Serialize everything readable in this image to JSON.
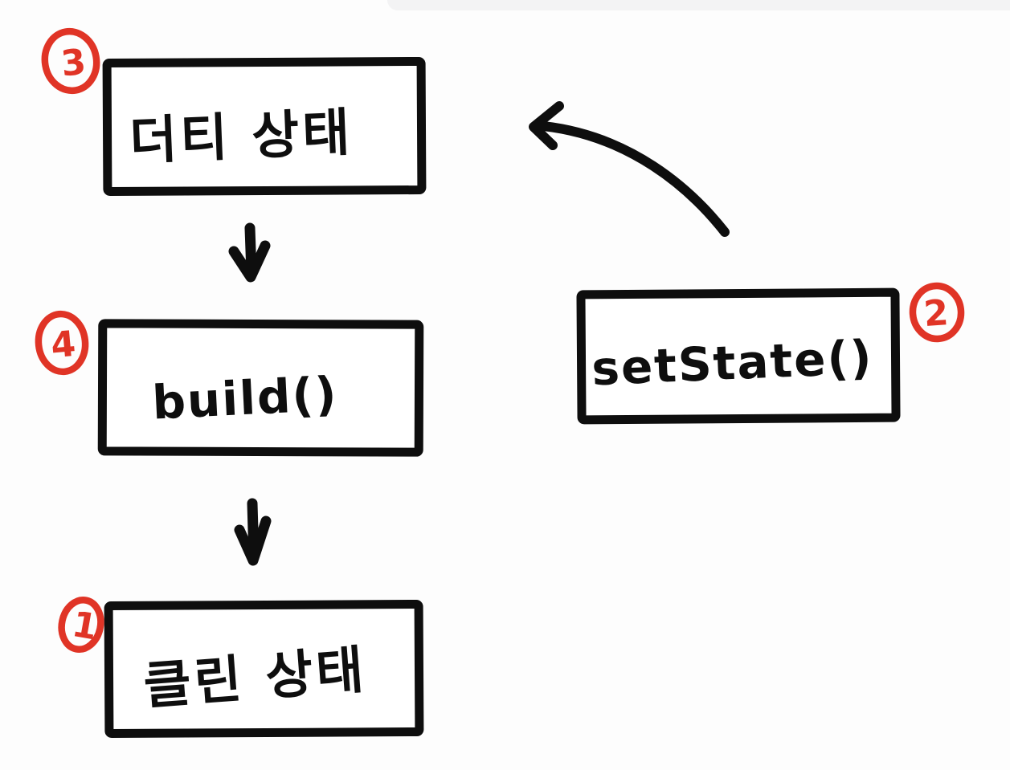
{
  "canvas": {
    "background": "#fdfdfd",
    "ink": "#0e0e0e",
    "accent_red": "#e03426",
    "top_shade": "#f3f3f4"
  },
  "diagram": {
    "description": "hand-drawn state flow sketch",
    "nodes": [
      {
        "id": "dirty-state",
        "label": "더티 상태",
        "badge": "3"
      },
      {
        "id": "build",
        "label": "build()",
        "badge": "4"
      },
      {
        "id": "clean-state",
        "label": "클린 상태",
        "badge": "1"
      },
      {
        "id": "set-state",
        "label": "setState()",
        "badge": "2"
      }
    ],
    "edges": [
      {
        "from": "dirty-state",
        "to": "build",
        "type": "arrow-down"
      },
      {
        "from": "build",
        "to": "clean-state",
        "type": "arrow-down"
      },
      {
        "from": "set-state",
        "to": "dirty-state",
        "type": "arrow-curved"
      }
    ]
  }
}
